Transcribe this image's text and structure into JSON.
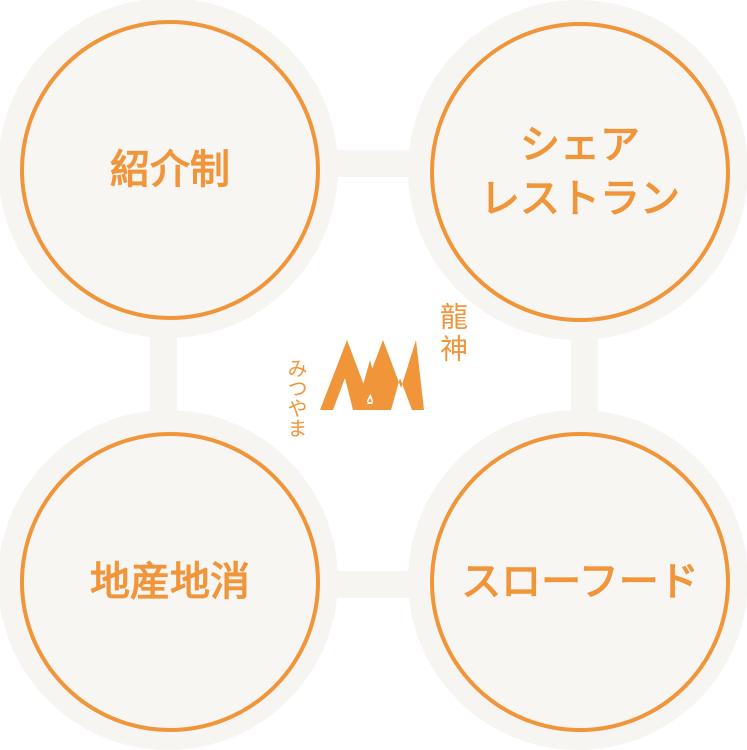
{
  "colors": {
    "accent": "#f0953a",
    "background_ring": "#f7f5f1"
  },
  "circles": [
    {
      "label": "紹介制"
    },
    {
      "label": "シェア\nレストラン"
    },
    {
      "label": "地産地消"
    },
    {
      "label": "スローフード"
    }
  ],
  "logo": {
    "name_vertical": "龍神",
    "sub_vertical": "みつやま"
  }
}
